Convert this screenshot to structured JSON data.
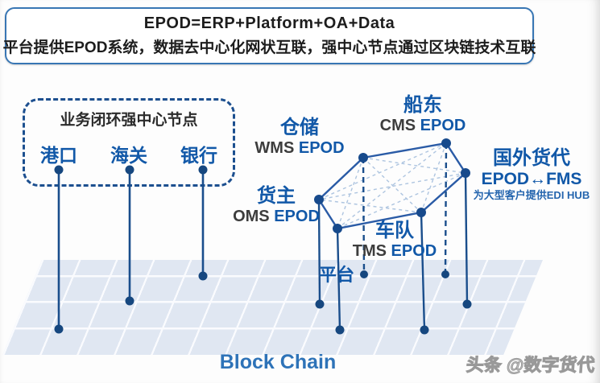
{
  "header": {
    "line1": "EPOD=ERP+Platform+OA+Data",
    "line2": "平台提供EPOD系统，数据去中心化网状互联，强中心节点通过区块链技术互联"
  },
  "strong_nodes_box": {
    "title": "业务闭环强中心节点",
    "nodes": [
      {
        "label": "港口"
      },
      {
        "label": "海关"
      },
      {
        "label": "银行"
      }
    ]
  },
  "mesh_nodes": {
    "warehouse": {
      "name": "仓储",
      "system": "WMS",
      "suffix": "EPOD"
    },
    "shipowner": {
      "name": "船东",
      "system": "CMS",
      "suffix": "EPOD"
    },
    "cargo_owner": {
      "name": "货主",
      "system": "OMS",
      "suffix": "EPOD"
    },
    "fleet": {
      "name": "车队",
      "system": "TMS",
      "suffix": "EPOD"
    },
    "foreign_forwarder": {
      "name": "国外货代",
      "system": "EPOD↔FMS",
      "note": "为大型客户提供EDI HUB"
    },
    "platform": {
      "name": "平台"
    }
  },
  "footer": {
    "caption": "Block Chain",
    "watermark": "头条 @数字货代"
  },
  "colors": {
    "primary_blue": "#1158a8",
    "line_blue": "#1a4e8c",
    "node_dot_blue": "#16477f",
    "mesh_dash_blue": "#aec5e0",
    "hull_blue": "#2a5ba6",
    "dark_text": "#1d1d1d",
    "gray_text": "#3d3d3d",
    "floor_fill": "#e0e7f2",
    "header_border": "#3876b4",
    "blockchain_blue": "#2e73b8",
    "watermark_gray": "#a8a8a8"
  }
}
